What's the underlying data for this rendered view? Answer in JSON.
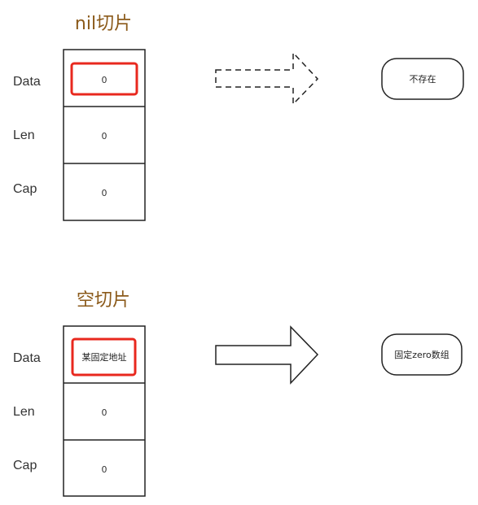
{
  "colors": {
    "title": "#8B5A1A",
    "highlight": "#E8281E",
    "stroke": "#222222"
  },
  "nil_slice": {
    "title": "nil切片",
    "fields": [
      {
        "label": "Data",
        "value": "0"
      },
      {
        "label": "Len",
        "value": "0"
      },
      {
        "label": "Cap",
        "value": "0"
      }
    ],
    "arrow_style": "dashed",
    "target": "不存在"
  },
  "empty_slice": {
    "title": "空切片",
    "fields": [
      {
        "label": "Data",
        "value": "某固定地址"
      },
      {
        "label": "Len",
        "value": "0"
      },
      {
        "label": "Cap",
        "value": "0"
      }
    ],
    "arrow_style": "solid",
    "target": "固定zero数组"
  }
}
